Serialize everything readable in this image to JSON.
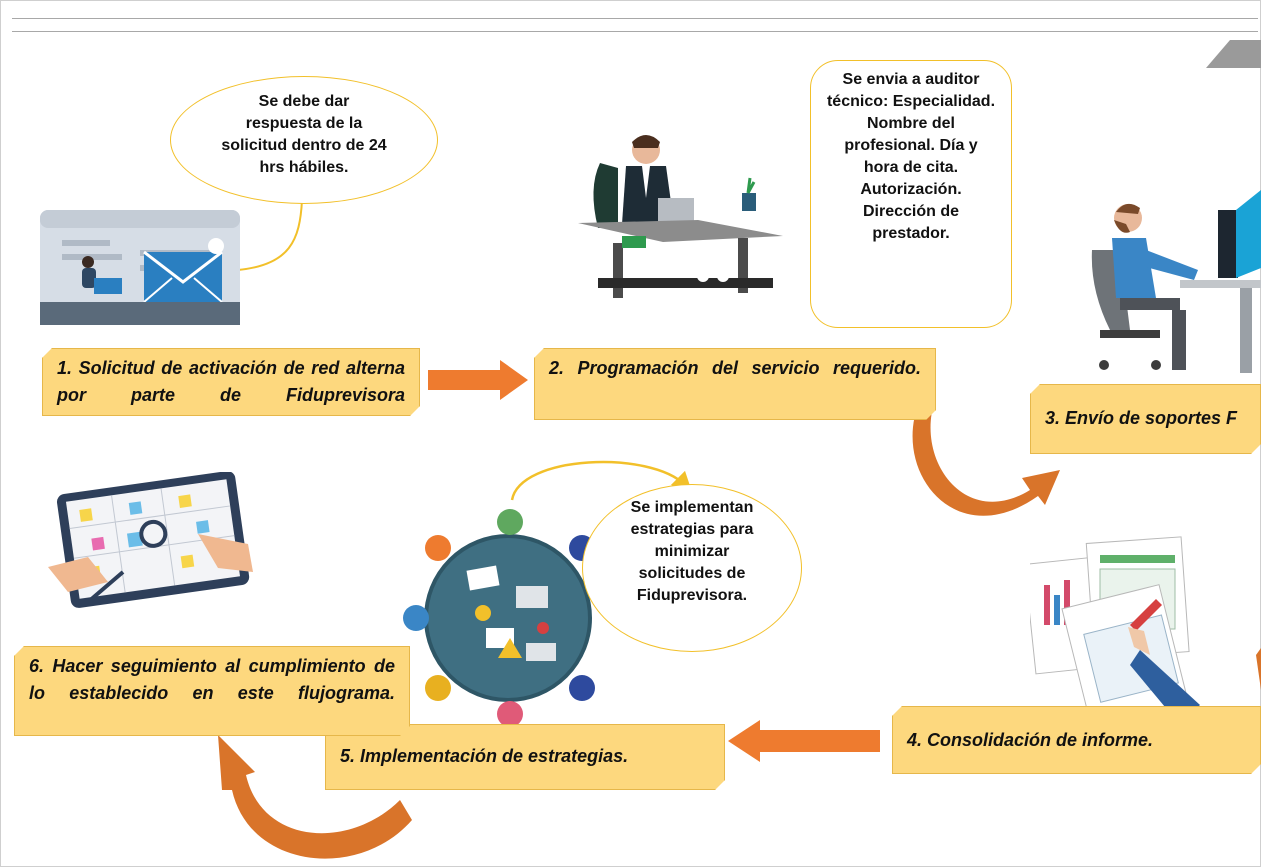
{
  "steps": {
    "s1": "1. Solicitud de activación de red alterna por parte de Fiduprevisora",
    "s2": "2. Programación del servicio requerido.",
    "s3": "3. Envío de soportes F",
    "s4": "4. Consolidación de informe.",
    "s5": "5. Implementación de estrategias.",
    "s6": "6. Hacer seguimiento al cumplimiento de lo establecido en este flujograma."
  },
  "notes": {
    "n1": "Se debe dar respuesta de la solicitud dentro de 24 hrs hábiles.",
    "n2": "Se envia a auditor técnico: Especialidad. Nombre del profesional. Día y hora de cita. Autorización. Dirección de prestador.",
    "n3": "Se implementan estrategias para minimizar solicitudes de Fiduprevisora."
  },
  "colors": {
    "arrow": "#ee7b2f",
    "box": "#fdd87e",
    "bubble_border": "#f2c02a"
  },
  "icons": [
    "email-icon",
    "office-worker-icon",
    "computer-user-icon",
    "report-writing-icon",
    "meeting-table-icon",
    "planning-tablet-icon"
  ]
}
